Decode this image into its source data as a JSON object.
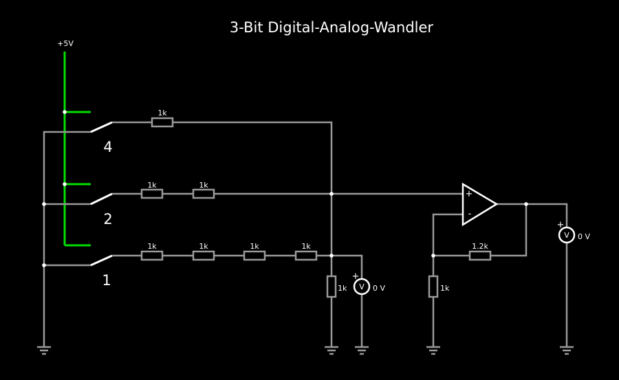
{
  "title": "3-Bit Digital-Analog-Wandler",
  "supply_label": "+5V",
  "switches": [
    {
      "label": "4"
    },
    {
      "label": "2"
    },
    {
      "label": "1"
    }
  ],
  "resistors": {
    "bit4": [
      "1k"
    ],
    "bit2": [
      "1k",
      "1k"
    ],
    "bit1": [
      "1k",
      "1k",
      "1k",
      "1k"
    ],
    "load": "1k",
    "feedback": "1.2k",
    "ground_leg": "1k"
  },
  "voltmeters": [
    {
      "symbol": "V",
      "plus": "+",
      "reading": "0 V"
    },
    {
      "symbol": "V",
      "plus": "+",
      "reading": "0 V"
    }
  ],
  "opamp": {
    "plus": "+",
    "minus": "-"
  },
  "colors": {
    "wire": "#9a9a9a",
    "supply_high": "#00e000",
    "background": "#000000"
  }
}
